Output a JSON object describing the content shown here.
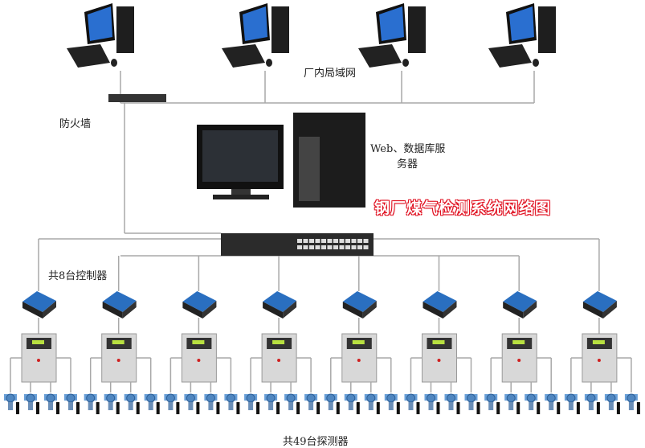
{
  "title": "钢厂煤气检测系统网络图",
  "labels": {
    "lan": "厂内局域网",
    "firewall": "防火墙",
    "server_line1": "Web、数据库服",
    "server_line2": "务器",
    "controllers": "共8台控制器",
    "detectors": "共49台探测器"
  },
  "counts": {
    "workstations": 4,
    "controller_columns": 8,
    "detectors_per_column": 4
  },
  "colors": {
    "line": "#a8a8a8",
    "title": "#e01020",
    "converter": "#2a6fc0",
    "cabinet": "#d8d8d8",
    "detector": "#6aa0d8"
  }
}
